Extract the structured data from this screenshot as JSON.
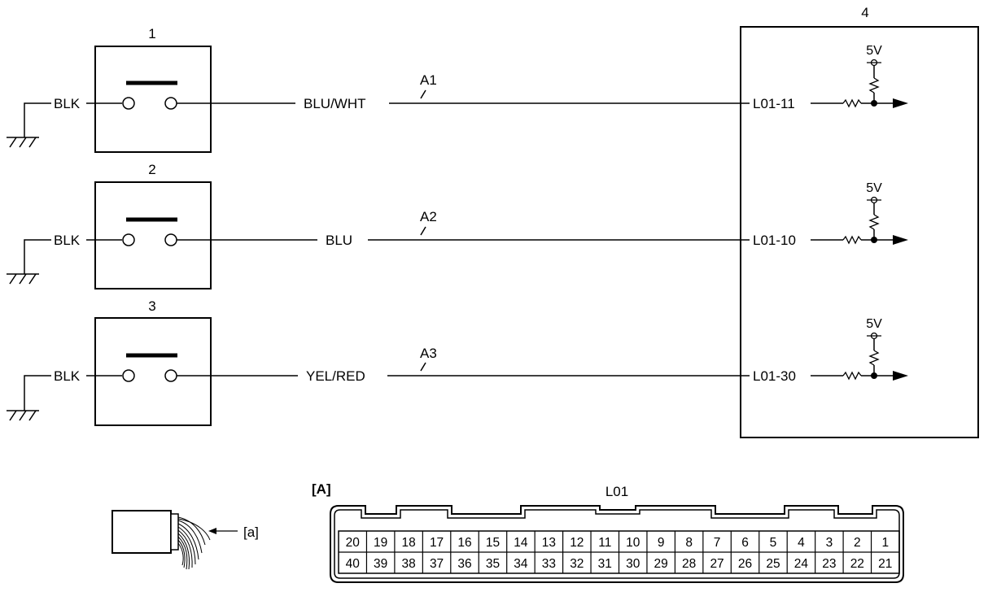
{
  "switches": [
    {
      "number": "1",
      "ground_label": "BLK",
      "wire_label": "BLU/WHT",
      "circuit": "A1",
      "terminal": "L01-11",
      "supply": "5V"
    },
    {
      "number": "2",
      "ground_label": "BLK",
      "wire_label": "BLU",
      "circuit": "A2",
      "terminal": "L01-10",
      "supply": "5V"
    },
    {
      "number": "3",
      "ground_label": "BLK",
      "wire_label": "YEL/RED",
      "circuit": "A3",
      "terminal": "L01-30",
      "supply": "5V"
    }
  ],
  "module": {
    "number": "4"
  },
  "connector": {
    "view_label": "[A]",
    "name": "L01",
    "row1": [
      "20",
      "19",
      "18",
      "17",
      "16",
      "15",
      "14",
      "13",
      "12",
      "11",
      "10",
      "9",
      "8",
      "7",
      "6",
      "5",
      "4",
      "3",
      "2",
      "1"
    ],
    "row2": [
      "40",
      "39",
      "38",
      "37",
      "36",
      "35",
      "34",
      "33",
      "32",
      "31",
      "30",
      "29",
      "28",
      "27",
      "26",
      "25",
      "24",
      "23",
      "22",
      "21"
    ]
  },
  "harness": {
    "callout": "[a]"
  }
}
